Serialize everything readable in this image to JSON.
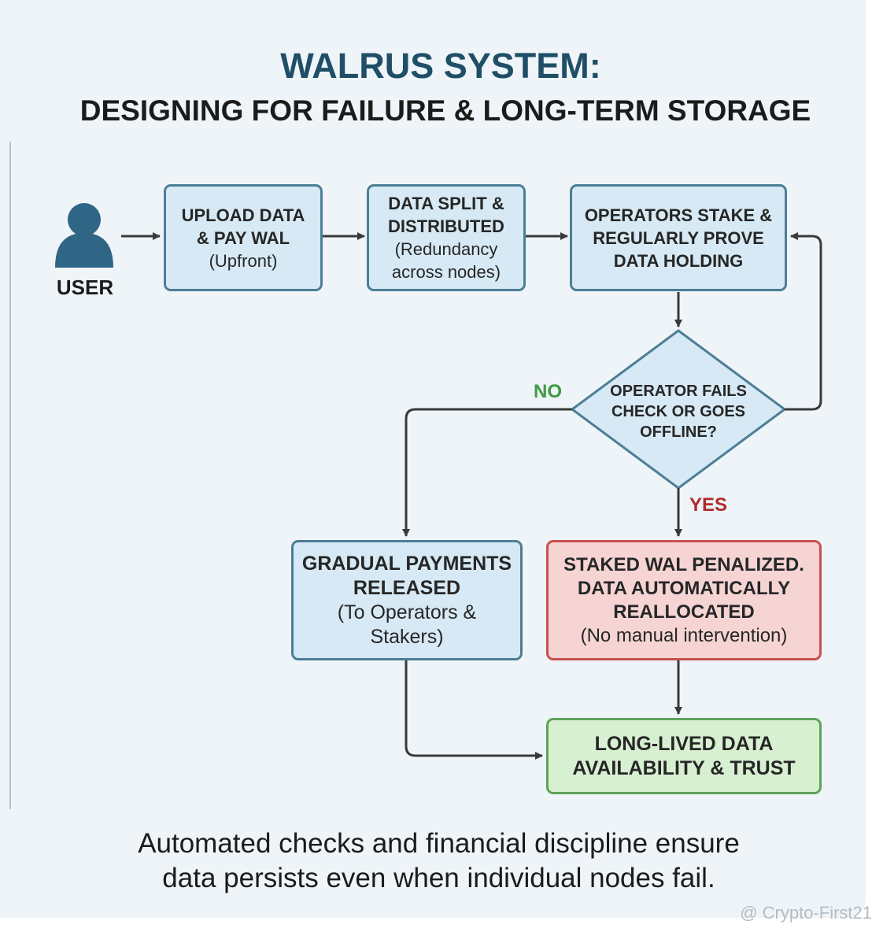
{
  "title": "WALRUS SYSTEM:",
  "subtitle": "DESIGNING FOR FAILURE & LONG-TERM STORAGE",
  "user": {
    "label": "USER",
    "icon": "user-icon"
  },
  "nodes": {
    "upload": [
      "UPLOAD DATA",
      "& PAY WAL",
      "(Upfront)"
    ],
    "split": [
      "DATA SPLIT &",
      "DISTRIBUTED",
      "(Redundancy",
      "across nodes)"
    ],
    "operators": [
      "OPERATORS STAKE &",
      "REGULARLY PROVE",
      "DATA HOLDING"
    ],
    "decision": [
      "OPERATOR FAILS",
      "CHECK OR GOES",
      "OFFLINE?"
    ],
    "payments": [
      "GRADUAL PAYMENTS",
      "RELEASED",
      "(To Operators &",
      "Stakers)"
    ],
    "penalty": [
      "STAKED WAL PENALIZED.",
      "DATA AUTOMATICALLY",
      "REALLOCATED",
      "(No manual intervention)"
    ],
    "outcome": [
      "LONG-LIVED DATA",
      "AVAILABILITY & TRUST"
    ]
  },
  "edge_labels": {
    "no": "NO",
    "yes": "YES"
  },
  "caption": [
    "Automated checks and financial discipline ensure",
    "data persists even when individual nodes fail."
  ],
  "watermark": "@ Crypto-First21",
  "colors": {
    "title": "#1f4f66",
    "process_fill": "#d6e9f4",
    "process_border": "#4c7e96",
    "penalty_fill": "#f6d4d4",
    "penalty_border": "#c85050",
    "outcome_fill": "#d8f0d2",
    "outcome_border": "#5ea35a",
    "user_icon": "#2f6585",
    "no_label": "#3f9a3f",
    "yes_label": "#b02a2a"
  }
}
